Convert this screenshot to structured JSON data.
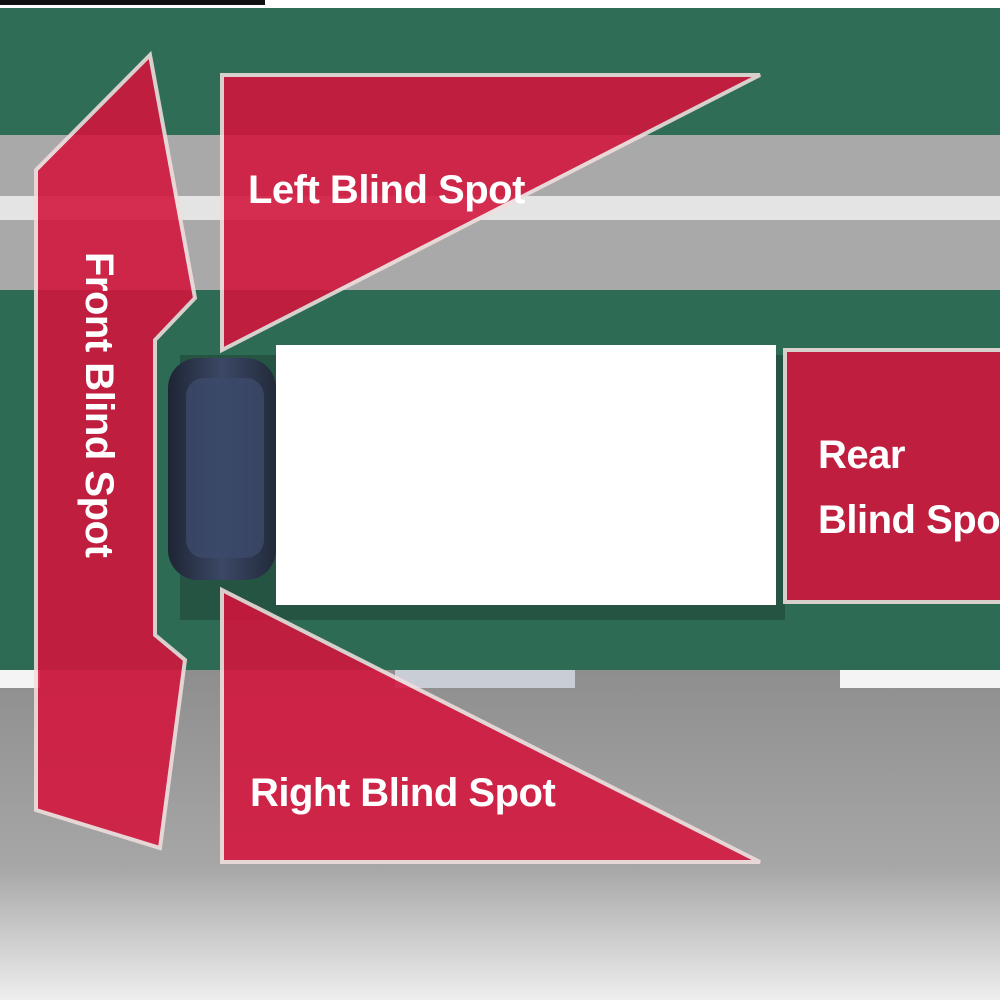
{
  "zones": {
    "left": "Left Blind Spot",
    "right": "Right Blind Spot",
    "front": "Front Blind Spot",
    "rear_line1": "Rear",
    "rear_line2": "Blind Spot"
  },
  "colors": {
    "zone_fill": "#d4143c",
    "zone_outline": "#f2dede",
    "green_lane": "#2e6b55",
    "road_gray": "#9a9a9a",
    "truck_body": "#ffffff",
    "cab": "#2f3a55"
  }
}
